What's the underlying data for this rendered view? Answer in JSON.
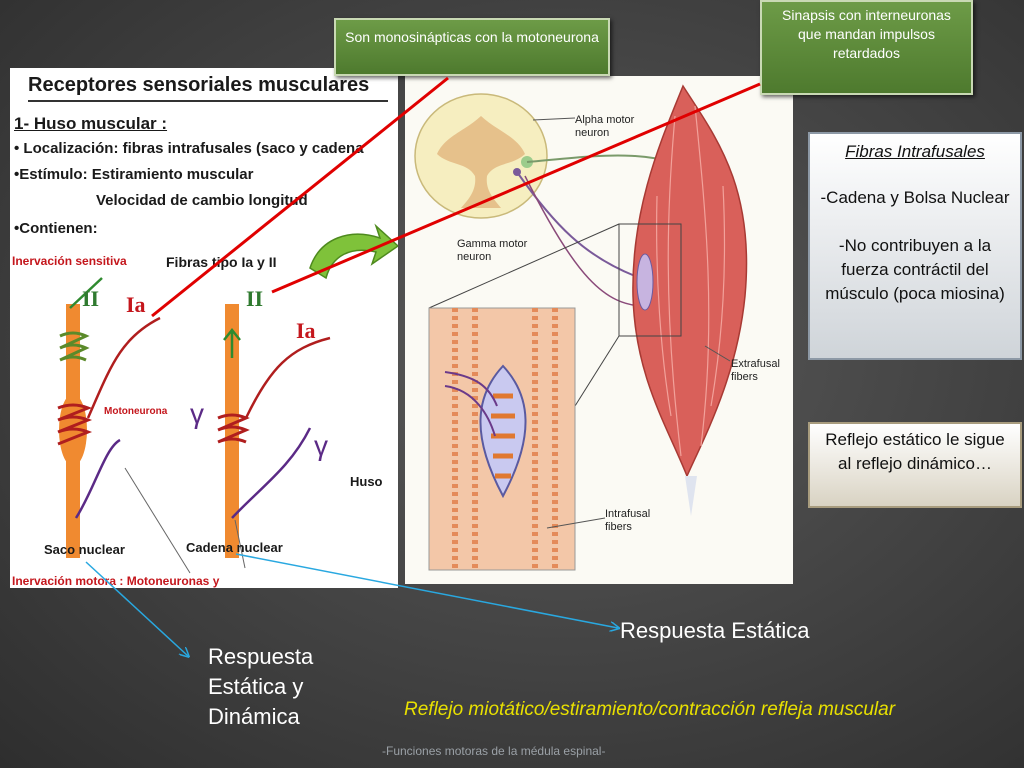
{
  "callouts": {
    "monosynaptic": "Son monosinápticas con la motoneurona",
    "interneurons": "Sinapsis con interneuronas que mandan impulsos retardados",
    "intrafusal_title": "Fibras Intrafusales",
    "intrafusal_line1": "-Cadena y Bolsa Nuclear",
    "intrafusal_line2": "-No contribuyen a la fuerza contráctil del músculo (poca miosina)",
    "static_reflex": "Reflejo estático le sigue al reflejo dinámico…"
  },
  "responses": {
    "static_dynamic": "Respuesta Estática y Dinámica",
    "static": "Respuesta Estática"
  },
  "reflex_caption": "Reflejo miotático/estiramiento/contracción refleja muscular",
  "footer": "-Funciones motoras de la médula espinal-",
  "left_image": {
    "title": "Receptores sensoriales musculares",
    "heading": "1- Huso muscular :",
    "bullet_localizacion": "• Localización:  fibras intrafusales (saco y cadena",
    "bullet_estimulo": "•Estímulo: Estiramiento muscular",
    "velocidad": "Velocidad de cambio longitud",
    "contienen": "•Contienen:",
    "inervacion_sensitiva": "Inervación sensitiva",
    "fibras_tipo": "Fibras tipo Ia y II",
    "label_II_left": "II",
    "label_Ia_left": "Ia",
    "label_II_right": "II",
    "label_Ia_right": "Ia",
    "motoneurona": "Motoneurona",
    "gamma_left": "γ",
    "gamma_right": "γ",
    "saco_nuclear": "Saco nuclear",
    "cadena_nuclear": "Cadena nuclear",
    "huso": "Huso",
    "inervacion_motora": "Inervación motora : Motoneuronas y"
  },
  "right_image": {
    "alpha": "Alpha motor neuron",
    "gamma": "Gamma motor neuron",
    "extrafusal": "Extrafusal fibers",
    "intrafusal": "Intrafusal fibers"
  },
  "colors": {
    "annotation_arrow": "#e00000",
    "pointer_arrow": "#29a8e0",
    "reflex_caption": "#e8e000"
  }
}
